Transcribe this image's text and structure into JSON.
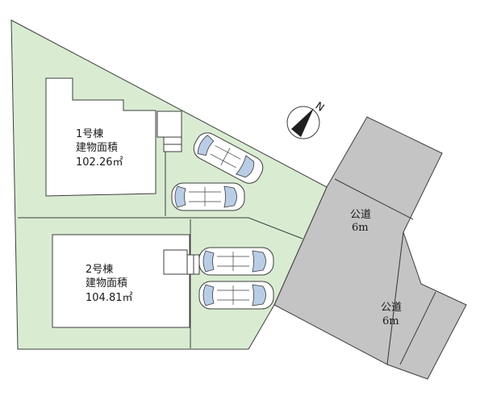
{
  "lots": [
    {
      "name": "1号棟",
      "area_label": "建物面積",
      "area_value": "102.26㎡"
    },
    {
      "name": "2号棟",
      "area_label": "建物面積",
      "area_value": "104.81㎡"
    }
  ],
  "roads": [
    {
      "label": "公道",
      "width": "6m"
    },
    {
      "label": "公道",
      "width": "6m"
    }
  ],
  "compass": {
    "label": "N"
  },
  "colors": {
    "lot": "#d9ecd2",
    "road": "#c4c4c4",
    "car_glass": "#b9cde6",
    "outline": "#3d3d3d"
  }
}
